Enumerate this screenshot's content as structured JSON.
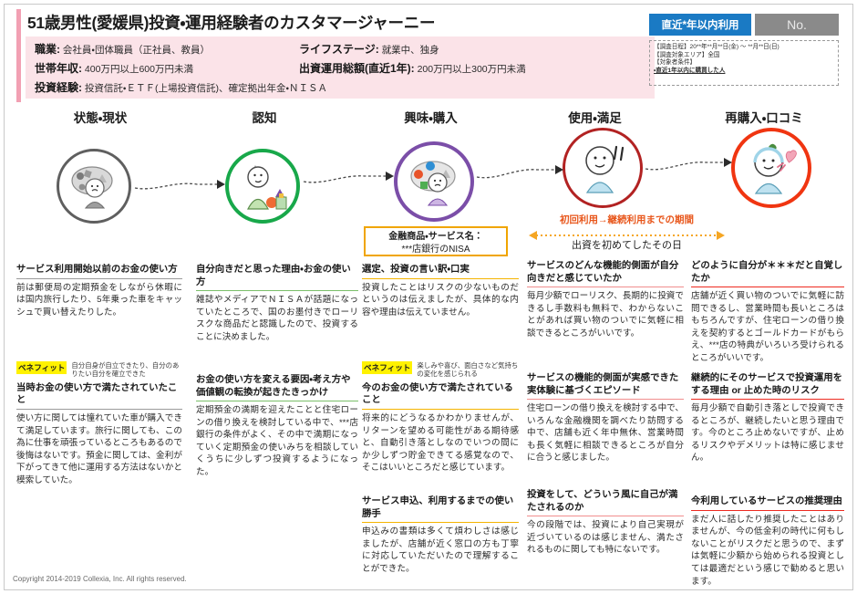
{
  "header": {
    "title": "51歳男性(愛媛県)投資・運用経験者のカスタマージャーニー",
    "occupation_label": "職業:",
    "occupation_value": "会社員・団体職員（正社員、教員）",
    "income_label": "世帯年収:",
    "income_value": "400万円以上600万円未満",
    "experience_label": "投資経験:",
    "experience_value": "投資信託・ＥＴＦ(上場投資信託)、確定拠出年金・ＮＩＳＡ",
    "lifestage_label": "ライフステージ:",
    "lifestage_value": "就業中、独身",
    "amount_label": "出資運用総額(直近1年):",
    "amount_value": "200万円以上300万円未満",
    "badge_blue": "直近*年以内利用",
    "badge_gray": "No.",
    "survey": [
      "【調査日程】20**年**月**日(金) ～ **月**日(日)",
      "【調査対象エリア】全国",
      "【対象者条件】",
      "・直近1年以内に購買した人"
    ]
  },
  "stages": [
    {
      "label": "状態・現状",
      "color": "#5f5f5f"
    },
    {
      "label": "認知",
      "color": "#18a84a"
    },
    {
      "label": "興味・購入",
      "color": "#7b4ea8"
    },
    {
      "label": "使用・満足",
      "color": "#b22222"
    },
    {
      "label": "再購入・口コミ",
      "color": "#f03511"
    }
  ],
  "annotations": {
    "service_label": "金融商品・サービス名：",
    "service_value": "***店銀行のNISA",
    "period_label": "初回利用→継続利用までの期間",
    "period_sub": "出資を初めてしたその日"
  },
  "row1": [
    {
      "heading": "サービス利用開始以前のお金の使い方",
      "body": "前は郵便局の定期預金をしながら休暇には国内旅行したり、5年乗った車をキャッシュで買い替えたりした。"
    },
    {
      "heading": "自分向きだと思った理由・お金の使い方",
      "body": "雑誌やメディアでＮＩＳＡが話題になっていたところで、国のお墨付きでローリスクな商品だと認識したので、投資することに決めました。"
    },
    {
      "heading": "選定、投資の言い訳・口実",
      "body": "投資したことはリスクの少ないものだというのは伝えましたが、具体的な内容や理由は伝えていません。"
    },
    {
      "heading": "サービスのどんな機能的側面が自分向きだと感じていたか",
      "body": "毎月少額でローリスク、長期的に投資できるし手数料も無料で、わからないことがあれば買い物のついでに気軽に相談できるところがいいです。"
    },
    {
      "heading": "どのように自分が＊＊＊だと自覚したか",
      "body": "店舗が近く買い物のついでに気軽に訪問できるし、営業時間も長いところはもちろんですが、住宅ローンの借り換えを契約するとゴールドカードがもらえ、***店の特典がいろいろ受けられるところがいいです。"
    }
  ],
  "row2": [
    {
      "benefit_tag": "ベネフィット",
      "benefit_note": "自分自身が自立できたり、自分のありたい自分を確立できた",
      "heading": "当時お金の使い方で満たされていたこと",
      "body": "使い方に関しては憧れていた車が購入できて満足しています。旅行に関しても、この為に仕事を頑張っているところもあるので後悔はないです。預金に関しては、金利が下がってきて他に運用する方法はないかと模索していた。"
    },
    {
      "heading": "お金の使い方を変える要因・考え方や価値観の転換が起きたきっかけ",
      "body": "定期預金の満期を迎えたことと住宅ローンの借り換えを検討している中で、***店銀行の条件がよく、その中で満期になっていく定期預金の使いみちを相談していくうちに少しずつ投資するようになった。"
    },
    {
      "benefit_tag": "ベネフィット",
      "benefit_note": "楽しみや喜び、面白さなど気持ちの変化を感じられる",
      "heading": "今のお金の使い方で満たされていること",
      "body": "将来的にどうなるかわかりませんが、リターンを望める可能性がある期待感と、自動引き落としなのでいつの間にか少しずつ貯金できてる感覚なので、そこはいいところだと感じています。"
    },
    {
      "heading": "サービスの機能的側面が実感できた実体験に基づくエピソード",
      "body": "住宅ローンの借り換えを検討する中で、いろんな金融機関を調べたり訪問する中で、店舗も近く年中無休、営業時間も長く気軽に相談できるところが自分に合うと感じました。"
    },
    {
      "heading": "継続的にそのサービスで投資運用をする理由 or 止めた時のリスク",
      "body": "毎月少額で自動引き落としで投資できるところが、継続したいと思う理由です。今のところ止めないですが、止めるリスクやデメリットは特に感じません。"
    }
  ],
  "row3": [
    {
      "heading": "サービス申込、利用するまでの使い勝手",
      "body": "申込みの書類は多くて煩わしさは感じましたが、店舗が近く窓口の方も丁寧に対応していただいたので理解することができた。"
    },
    {
      "heading": "投資をして、どういう風に自己が満たされるのか",
      "body": "今の段階では、投資により自己実現が近づいているのは感じません、満たされるものに関しても特にないです。"
    },
    {
      "heading": "今利用しているサービスの推奨理由",
      "body": "まだ人に話したり推奨したことはありませんが、今の低金利の時代に何もしないことがリスクだと思うので、まずは気軽に少額から始められる投資としては最適だという感じで勧めると思います。"
    }
  ],
  "footer": {
    "copyright": "Copyright 2014-2019 Collexia, Inc. All rights reserved."
  }
}
